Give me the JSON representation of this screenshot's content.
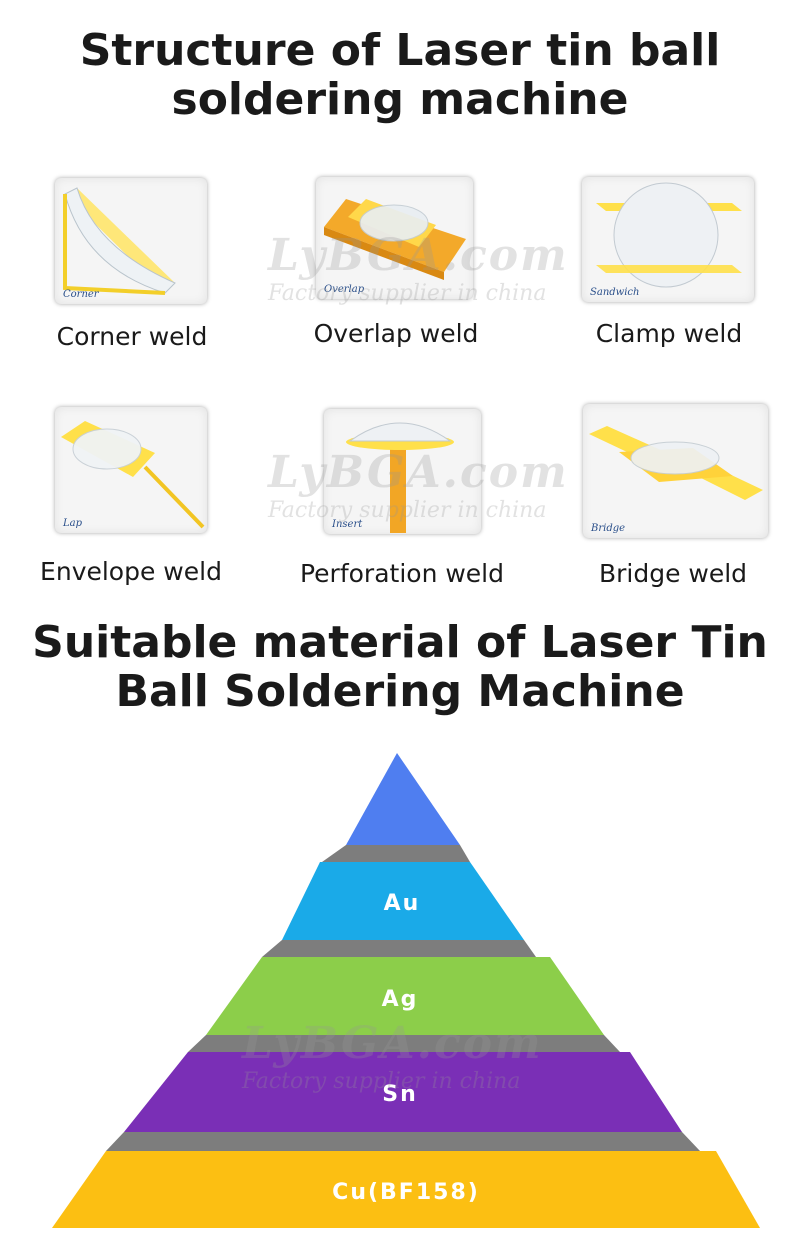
{
  "titles": {
    "structure": "Structure of Laser tin ball soldering machine",
    "material": "Suitable material of Laser Tin Ball Soldering Machine"
  },
  "welds": [
    {
      "label": "Corner weld",
      "caption": "Corner"
    },
    {
      "label": "Overlap weld",
      "caption": "Overlap"
    },
    {
      "label": "Clamp weld",
      "caption": "Sandwich"
    },
    {
      "label": "Envelope weld",
      "caption": "Lap"
    },
    {
      "label": "Perforation weld",
      "caption": "Insert"
    },
    {
      "label": "Bridge weld",
      "caption": "Bridge"
    }
  ],
  "watermark": {
    "brand": "LyBGA.com",
    "tagline": "Factory supplier in china"
  },
  "pyramid": {
    "layers": [
      {
        "label": "",
        "color": "#4f7ef0"
      },
      {
        "label": "Au",
        "color": "#1aaae8"
      },
      {
        "label": "Ag",
        "color": "#8cce4a"
      },
      {
        "label": "Sn",
        "color": "#7a2fb6"
      },
      {
        "label": "Cu(BF158)",
        "color": "#fcbf12"
      }
    ],
    "separator_color": "#7d7d7d"
  }
}
